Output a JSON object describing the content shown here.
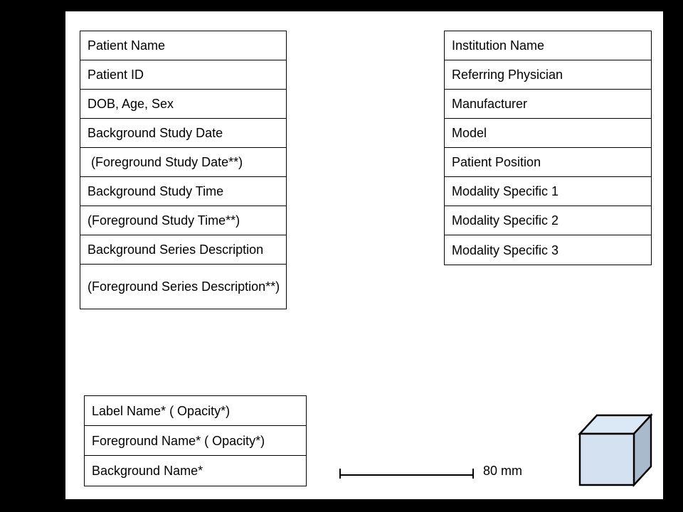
{
  "diagram": {
    "description": "Viewer overlay layout diagram",
    "background_color": "#000000",
    "canvas_color": "#ffffff"
  },
  "left_table": {
    "rows": [
      "Patient Name",
      "Patient ID",
      "DOB, Age, Sex",
      "Background Study Date",
      " (Foreground Study Date**)",
      "Background Study Time",
      "(Foreground Study Time**)",
      "Background Series Description",
      "(Foreground Series Description**)"
    ]
  },
  "right_table": {
    "rows": [
      "Institution Name",
      "Referring Physician",
      "Manufacturer",
      "Model",
      "Patient Position",
      "Modality Specific 1",
      "Modality Specific 2",
      "Modality Specific 3"
    ]
  },
  "legend_table": {
    "rows": [
      "Label Name* ( Opacity*)",
      "Foreground Name* ( Opacity*)",
      "Background Name*"
    ]
  },
  "scale_bar": {
    "label": "80 mm",
    "color": "#000000"
  },
  "cube_icon": {
    "name": "orientation-cube",
    "front_color": "#d4e1f1",
    "top_color": "#dbe8f6",
    "side_color": "#a9bacd",
    "outline_color": "#000000"
  }
}
